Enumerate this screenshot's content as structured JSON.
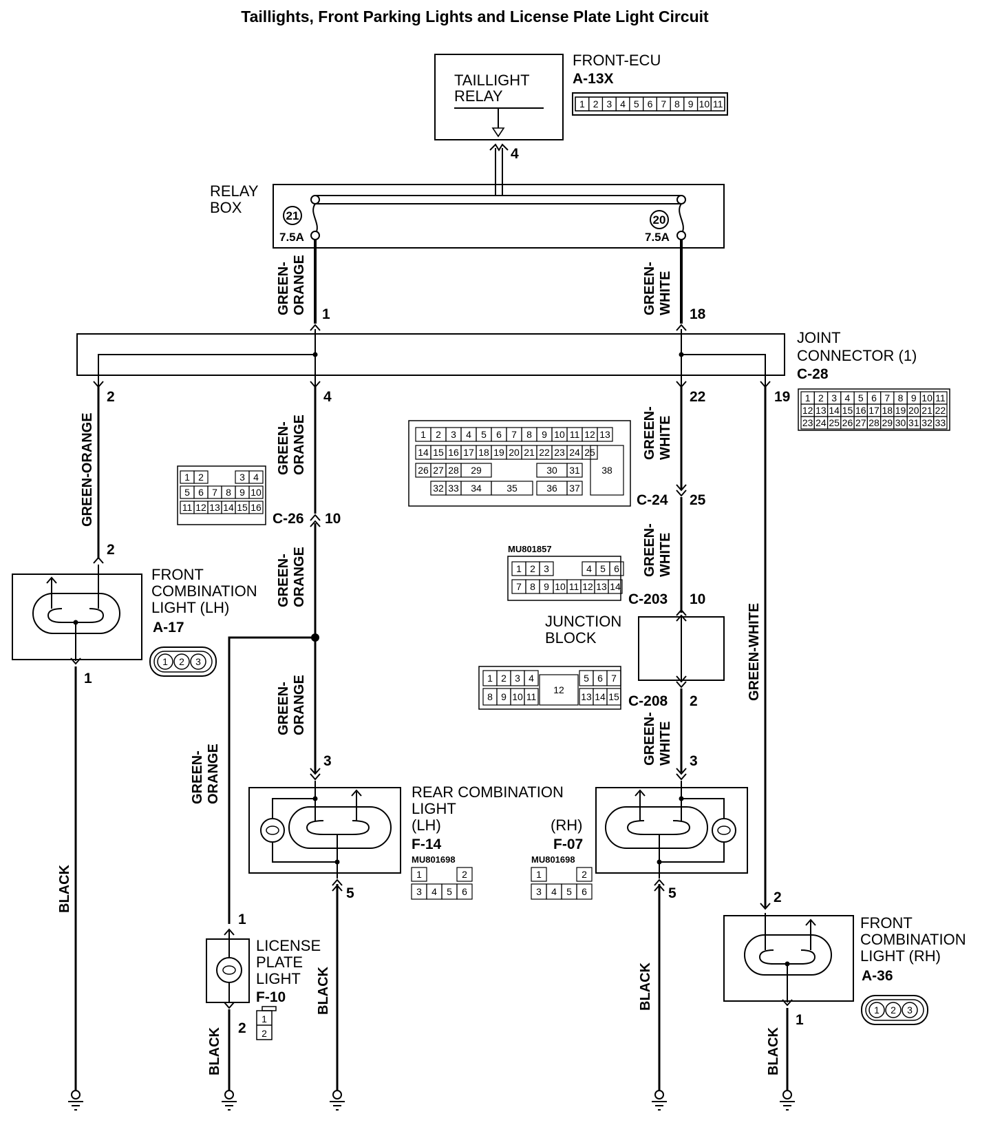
{
  "title": "Taillights, Front Parking Lights and License Plate Light Circuit",
  "front_ecu": {
    "name": "FRONT-ECU",
    "code": "A-13X",
    "relay_line1": "TAILLIGHT",
    "relay_line2": "RELAY",
    "pin": "4",
    "cells": [
      "1",
      "2",
      "3",
      "4",
      "5",
      "6",
      "7",
      "8",
      "9",
      "10",
      "11"
    ]
  },
  "relay_box": {
    "line1": "RELAY",
    "line2": "BOX",
    "fuse_left": {
      "num": "21",
      "rating": "7.5A"
    },
    "fuse_right": {
      "num": "20",
      "rating": "7.5A"
    }
  },
  "joint_connector": {
    "line1": "JOINT",
    "line2": "CONNECTOR (1)",
    "code": "C-28",
    "pins": {
      "in_left": "1",
      "in_right": "18",
      "out_a": "2",
      "out_b": "4",
      "out_c": "22",
      "out_d": "19"
    },
    "rows": [
      [
        "1",
        "2",
        "3",
        "4",
        "5",
        "6",
        "7",
        "8",
        "9",
        "10",
        "11"
      ],
      [
        "12",
        "13",
        "14",
        "15",
        "16",
        "17",
        "18",
        "19",
        "20",
        "21",
        "22"
      ],
      [
        "23",
        "24",
        "25",
        "26",
        "27",
        "28",
        "29",
        "30",
        "31",
        "32",
        "33"
      ]
    ]
  },
  "wires": {
    "green_orange": "GREEN-ORANGE",
    "green_orange_a": "GREEN-",
    "green_orange_b": "ORANGE",
    "green_white": "GREEN-WHITE",
    "green_white_a": "GREEN-",
    "green_white_b": "WHITE",
    "black": "BLACK"
  },
  "c26": {
    "code": "C-26",
    "pin": "10",
    "rows": [
      [
        "1",
        "2",
        "",
        "3",
        "4"
      ],
      [
        "5",
        "6",
        "7",
        "8",
        "9",
        "10"
      ],
      [
        "11",
        "12",
        "13",
        "14",
        "15",
        "16"
      ]
    ]
  },
  "c24": {
    "code": "C-24",
    "pin": "25",
    "row1": [
      "1",
      "2",
      "3",
      "4",
      "5",
      "6",
      "7",
      "8",
      "9",
      "10",
      "11",
      "12",
      "13"
    ],
    "row2": [
      "14",
      "15",
      "16",
      "17",
      "18",
      "19",
      "20",
      "21",
      "22",
      "23",
      "24",
      "25"
    ],
    "row3": [
      "26",
      "27",
      "28",
      "29",
      "30",
      "31"
    ],
    "row4": [
      "32",
      "33",
      "34",
      "35",
      "36",
      "37"
    ],
    "big": "38"
  },
  "c203": {
    "code": "C-203",
    "pin": "10",
    "part": "MU801857",
    "row1": [
      "1",
      "2",
      "3",
      "4",
      "5",
      "6"
    ],
    "row2": [
      "7",
      "8",
      "9",
      "10",
      "11",
      "12",
      "13",
      "14"
    ]
  },
  "junction_block": {
    "line1": "JUNCTION",
    "line2": "BLOCK"
  },
  "c208": {
    "code": "C-208",
    "pin": "2",
    "row1": [
      "1",
      "2",
      "3",
      "4",
      "5",
      "6",
      "7"
    ],
    "row2": [
      "8",
      "9",
      "10",
      "11",
      "13",
      "14",
      "15"
    ],
    "mid": "12"
  },
  "front_lh": {
    "line1": "FRONT",
    "line2": "COMBINATION",
    "line3": "LIGHT (LH)",
    "code": "A-17",
    "pin_in": "2",
    "pin_out": "1",
    "cells": [
      "1",
      "2",
      "3"
    ]
  },
  "front_rh": {
    "line1": "FRONT",
    "line2": "COMBINATION",
    "line3": "LIGHT (RH)",
    "code": "A-36",
    "pin_in": "2",
    "pin_out": "1",
    "cells": [
      "1",
      "2",
      "3"
    ]
  },
  "rear": {
    "line1": "REAR COMBINATION",
    "line2": "LIGHT",
    "lh": "(LH)",
    "rh": "(RH)",
    "lh_code": "F-14",
    "rh_code": "F-07",
    "part": "MU801698",
    "lh_pin_in": "3",
    "lh_pin_out": "5",
    "rh_pin_in": "3",
    "rh_pin_out": "5",
    "cells_top": [
      "1",
      "2"
    ],
    "cells_bot": [
      "3",
      "4",
      "5",
      "6"
    ]
  },
  "license": {
    "line1": "LICENSE",
    "line2": "PLATE",
    "line3": "LIGHT",
    "code": "F-10",
    "pin_in": "1",
    "pin_out": "2",
    "cells": [
      "1",
      "2"
    ]
  }
}
